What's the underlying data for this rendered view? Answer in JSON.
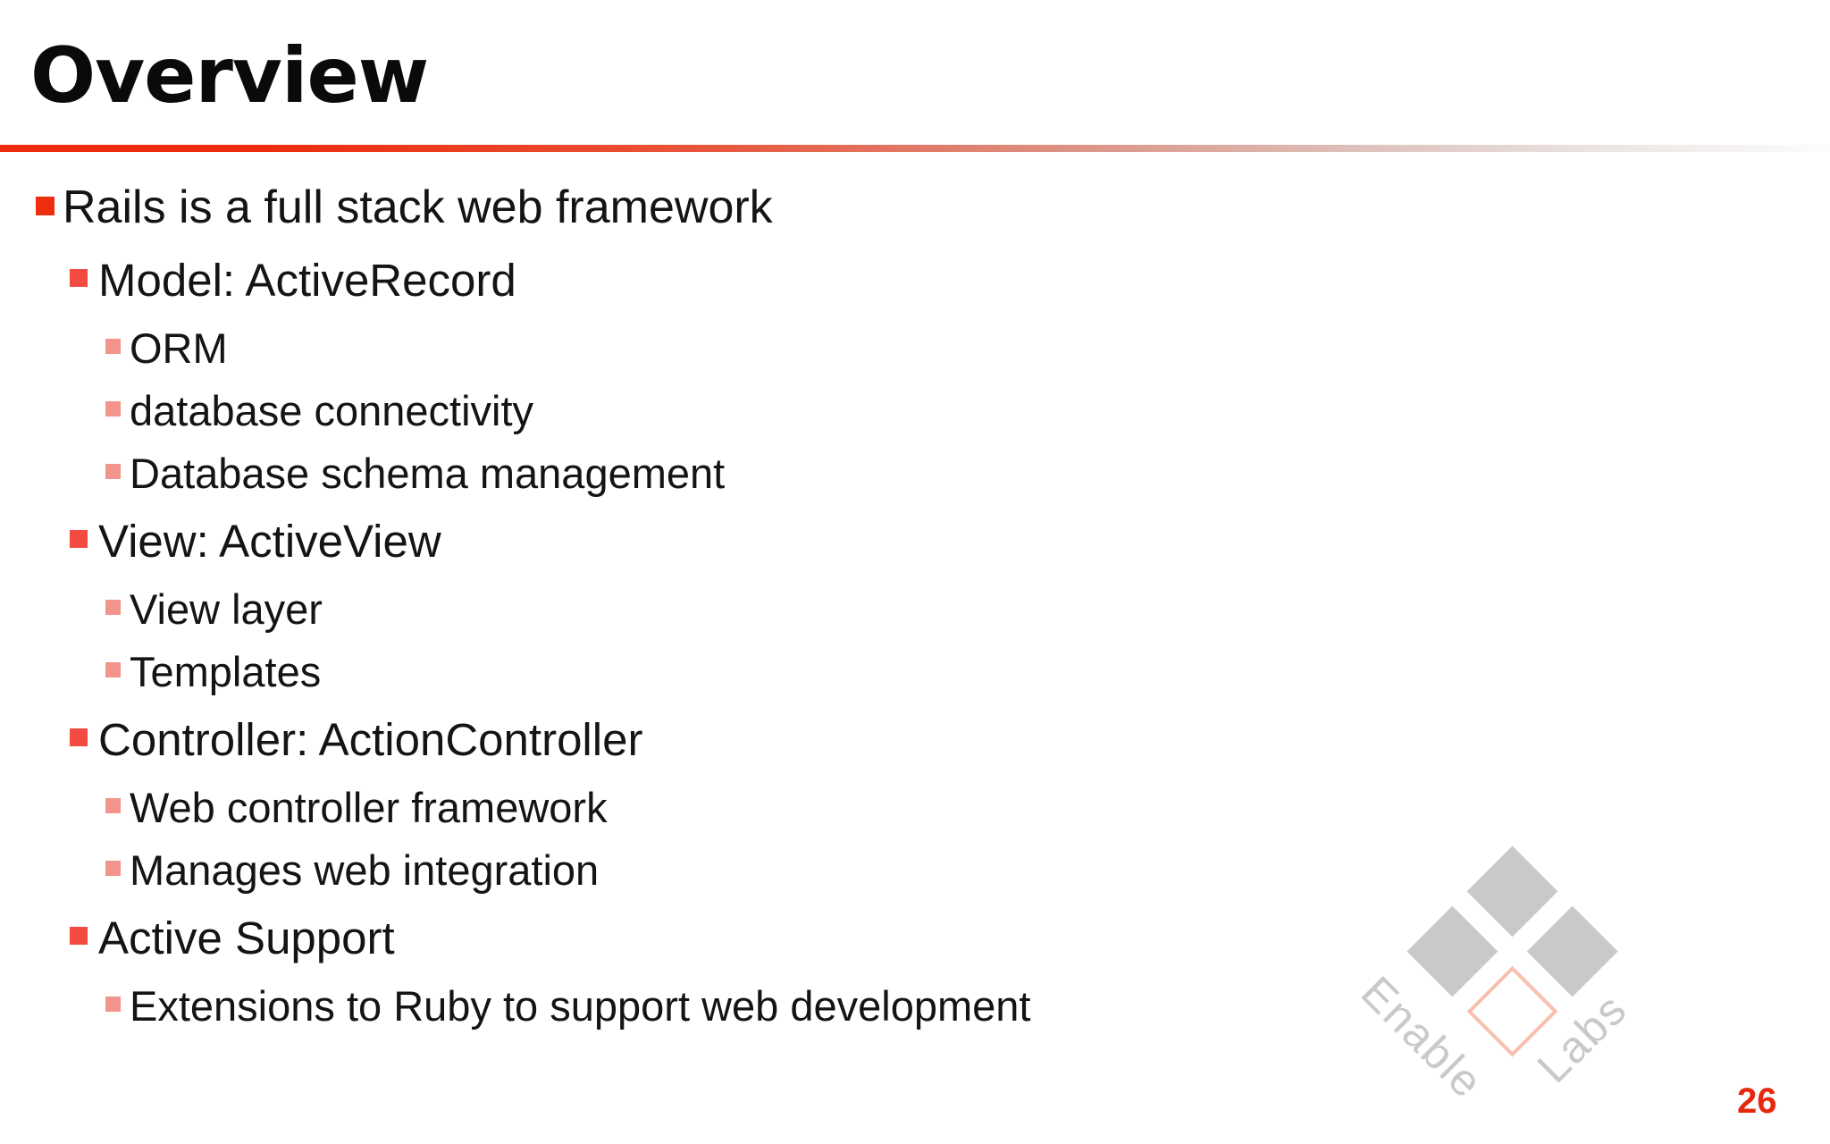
{
  "slide": {
    "title": "Overview",
    "page_number": "26",
    "bullets": [
      {
        "level": 1,
        "text": "Rails is a full stack web framework"
      },
      {
        "level": 2,
        "text": "Model: ActiveRecord"
      },
      {
        "level": 3,
        "text": "ORM"
      },
      {
        "level": 3,
        "text": "database connectivity"
      },
      {
        "level": 3,
        "text": "Database schema management"
      },
      {
        "level": 2,
        "text": "View: ActiveView"
      },
      {
        "level": 3,
        "text": "View layer"
      },
      {
        "level": 3,
        "text": "Templates"
      },
      {
        "level": 2,
        "text": "Controller: ActionController"
      },
      {
        "level": 3,
        "text": "Web controller framework"
      },
      {
        "level": 3,
        "text": "Manages web integration"
      },
      {
        "level": 2,
        "text": "Active Support"
      },
      {
        "level": 3,
        "text": "Extensions to Ruby to support web development"
      }
    ],
    "logo": {
      "word1": "Enable",
      "word2": "Labs"
    },
    "colors": {
      "bullet_l1": "#ee2e0e",
      "bullet_l2": "#f24b41",
      "bullet_l3": "#f2938c",
      "rule_start": "#ed2b0d",
      "page_number": "#e6290e",
      "logo_gray": "#c9c9c9",
      "logo_diamond_outline": "#f7c0ae"
    }
  }
}
